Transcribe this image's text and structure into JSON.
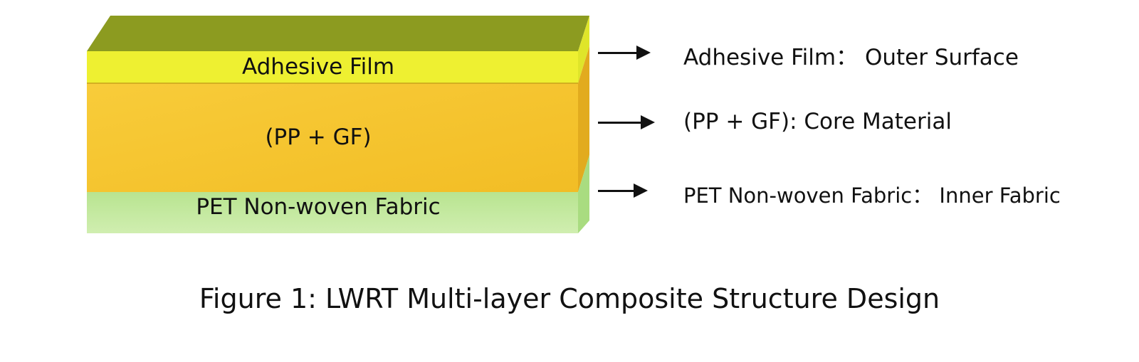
{
  "layers": [
    {
      "label": "Adhesive Film",
      "description": "Adhesive Film： Outer Surface",
      "color": "#eef031"
    },
    {
      "label": "(PP + GF)",
      "description": "(PP + GF): Core Material",
      "color": "#f6c634"
    },
    {
      "label": "PET Non-woven Fabric",
      "description": "PET Non-woven Fabric： Inner Fabric",
      "color": "#c4e89c"
    }
  ],
  "top_face_color": "#8c9b20",
  "caption": "Figure 1: LWRT Multi-layer Composite Structure Design"
}
